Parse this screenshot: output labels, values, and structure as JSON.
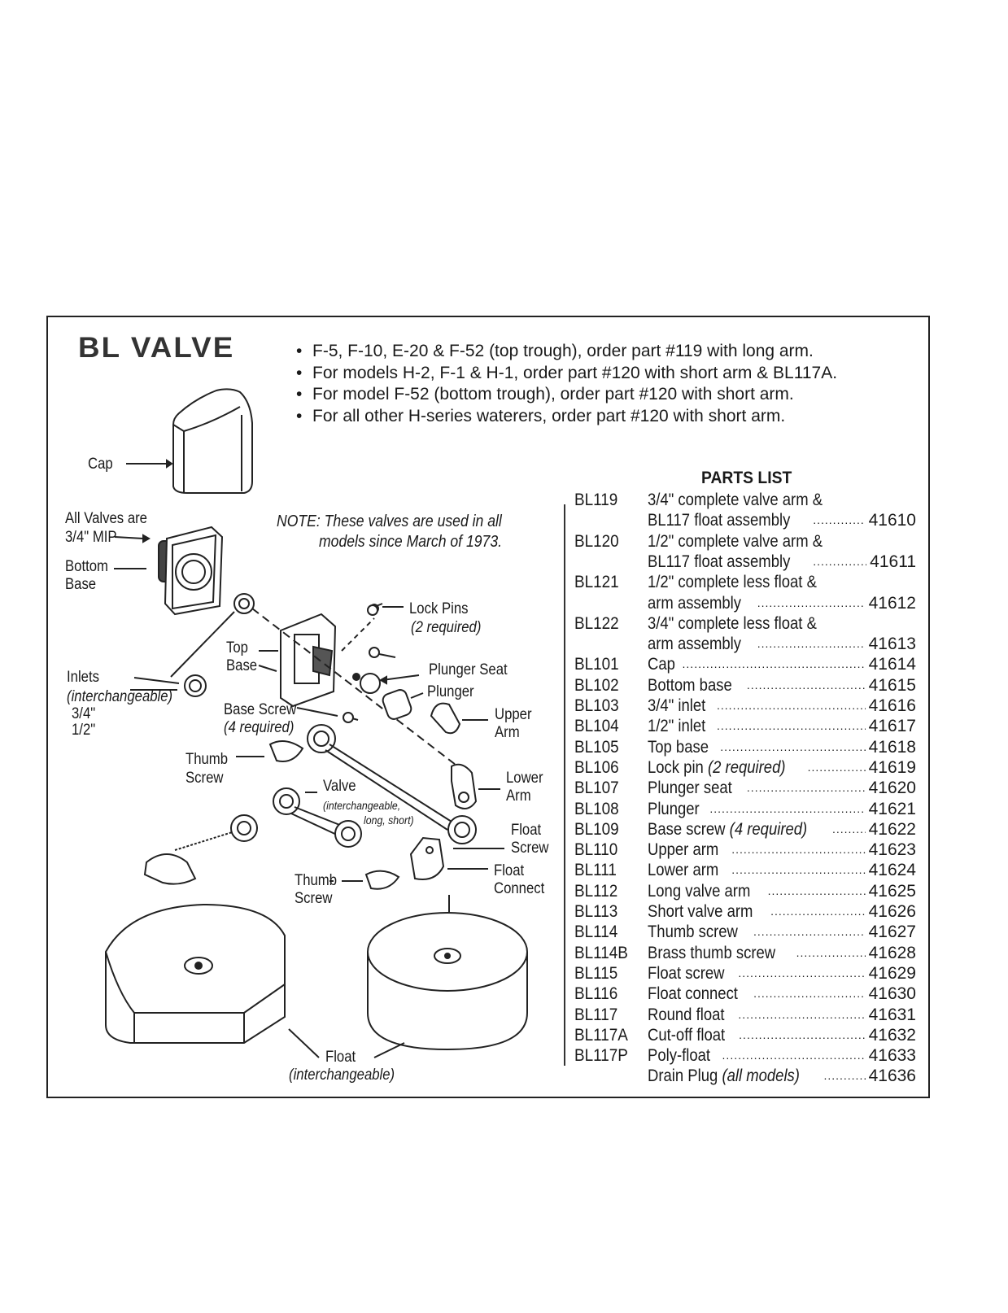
{
  "title": "BL VALVE",
  "bullets": [
    "F-5, F-10, E-20 & F-52 (top trough), order part #119 with long arm.",
    "For models H-2, F-1 & H-1, order part #120 with short arm & BL117A.",
    "For model F-52 (bottom trough), order part #120 with short arm.",
    "For all other H-series waterers, order part #120 with short arm."
  ],
  "bullet_glyph": "•",
  "note": [
    "NOTE: These valves are used in all",
    "models since March of 1973."
  ],
  "diagram_labels": {
    "cap": "Cap",
    "all_valves": [
      "All Valves are",
      "3/4\" MIP"
    ],
    "bottom_base": [
      "Bottom",
      "Base"
    ],
    "lock_pins": [
      "Lock Pins",
      "(2 required)"
    ],
    "top_base": [
      "Top",
      "Base"
    ],
    "inlets": [
      "Inlets",
      "(interchangeable)",
      "3/4\"",
      "1/2\""
    ],
    "plunger_seat": "Plunger Seat",
    "plunger": "Plunger",
    "base_screw": [
      "Base Screw",
      "(4 required)"
    ],
    "upper_arm": [
      "Upper",
      "Arm"
    ],
    "thumb_screw_1": [
      "Thumb",
      "Screw"
    ],
    "lower_arm": [
      "Lower",
      "Arm"
    ],
    "valve": [
      "Valve",
      "(interchangeable,",
      "long, short)"
    ],
    "float_screw": [
      "Float",
      "Screw"
    ],
    "float_connect": [
      "Float",
      "Connect"
    ],
    "thumb_screw_2": [
      "Thumb",
      "Screw"
    ],
    "float": [
      "Float",
      "(interchangeable)"
    ]
  },
  "parts_list": {
    "heading": "PARTS LIST",
    "rows": [
      {
        "code": "BL119",
        "desc": "3/4\" complete valve arm &",
        "num": ""
      },
      {
        "code": "",
        "desc": "BL117 float assembly",
        "num": "41610"
      },
      {
        "code": "BL120",
        "desc": "1/2\" complete valve arm &",
        "num": ""
      },
      {
        "code": "",
        "desc": "BL117 float assembly",
        "num": "41611"
      },
      {
        "code": "BL121",
        "desc": "1/2\" complete less float &",
        "num": ""
      },
      {
        "code": "",
        "desc": "arm assembly",
        "num": "41612"
      },
      {
        "code": "BL122",
        "desc": "3/4\" complete less float &",
        "num": ""
      },
      {
        "code": "",
        "desc": "arm assembly",
        "num": "41613"
      },
      {
        "code": "BL101",
        "desc": "Cap",
        "num": "41614"
      },
      {
        "code": "BL102",
        "desc": "Bottom base",
        "num": "41615"
      },
      {
        "code": "BL103",
        "desc": "3/4\" inlet",
        "num": "41616"
      },
      {
        "code": "BL104",
        "desc": "1/2\" inlet",
        "num": "41617"
      },
      {
        "code": "BL105",
        "desc": "Top base",
        "num": "41618"
      },
      {
        "code": "BL106",
        "desc": "Lock pin",
        "note": "(2 required)",
        "num": "41619"
      },
      {
        "code": "BL107",
        "desc": "Plunger seat",
        "num": "41620"
      },
      {
        "code": "BL108",
        "desc": "Plunger",
        "num": "41621"
      },
      {
        "code": "BL109",
        "desc": "Base screw",
        "note": "(4 required)",
        "num": "41622"
      },
      {
        "code": "BL110",
        "desc": "Upper arm",
        "num": "41623"
      },
      {
        "code": "BL111",
        "desc": "Lower arm",
        "num": "41624"
      },
      {
        "code": "BL112",
        "desc": "Long valve arm",
        "num": "41625"
      },
      {
        "code": "BL113",
        "desc": "Short valve arm",
        "num": "41626"
      },
      {
        "code": "BL114",
        "desc": "Thumb screw",
        "num": "41627"
      },
      {
        "code": "BL114B",
        "desc": "Brass thumb screw",
        "num": "41628"
      },
      {
        "code": "BL115",
        "desc": "Float screw",
        "num": "41629"
      },
      {
        "code": "BL116",
        "desc": "Float connect",
        "num": "41630"
      },
      {
        "code": "BL117",
        "desc": "Round float",
        "num": "41631"
      },
      {
        "code": "BL117A",
        "desc": "Cut-off float",
        "num": "41632"
      },
      {
        "code": "BL117P",
        "desc": "Poly-float",
        "num": "41633"
      },
      {
        "code": "",
        "desc": "Drain Plug",
        "note": "(all models)",
        "num": "41636"
      }
    ]
  }
}
